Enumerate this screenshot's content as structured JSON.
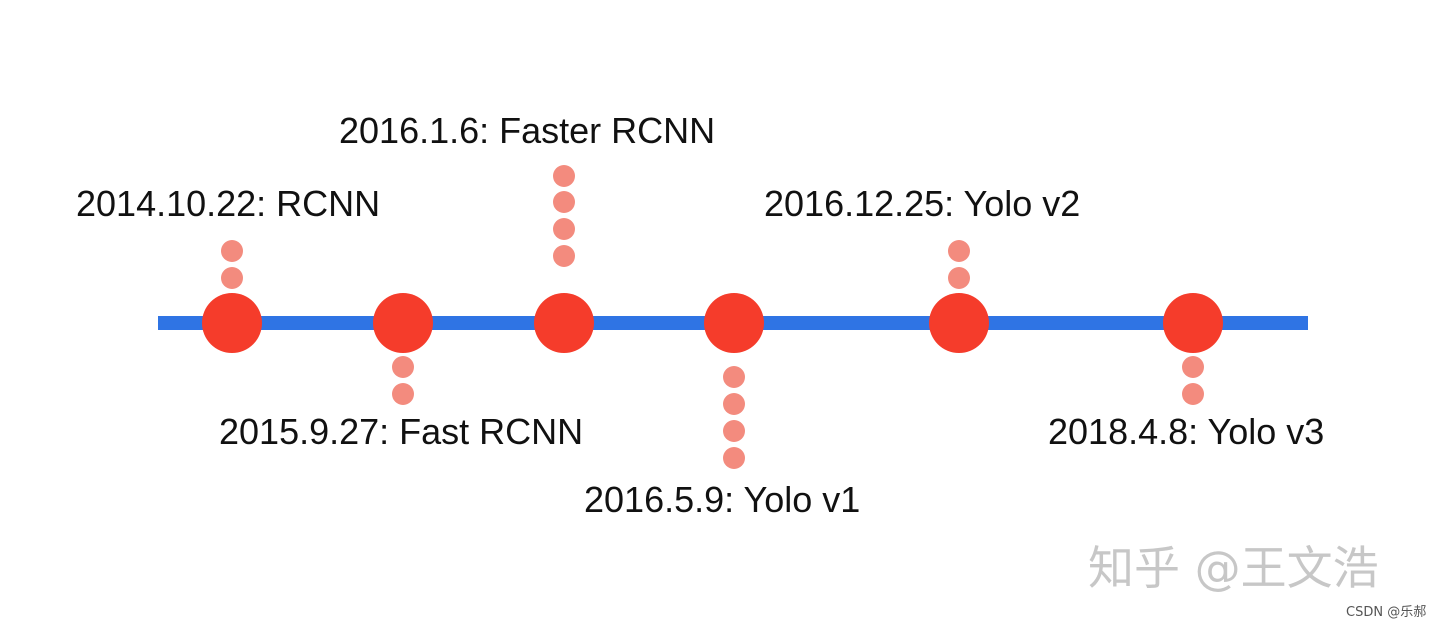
{
  "diagram": {
    "line_color": "#2f74e4",
    "node_color": "#f53c2b",
    "connector_color": "#f38b7e",
    "events": [
      {
        "label": "2014.10.22: RCNN",
        "side": "above"
      },
      {
        "label": "2015.9.27: Fast RCNN",
        "side": "below"
      },
      {
        "label": "2016.1.6: Faster RCNN",
        "side": "above"
      },
      {
        "label": "2016.5.9: Yolo v1",
        "side": "below"
      },
      {
        "label": "2016.12.25: Yolo v2",
        "side": "above"
      },
      {
        "label": "2018.4.8: Yolo v3",
        "side": "below"
      }
    ]
  },
  "watermark": {
    "text": "知乎 @王文浩",
    "credit": "CSDN @乐郝"
  }
}
